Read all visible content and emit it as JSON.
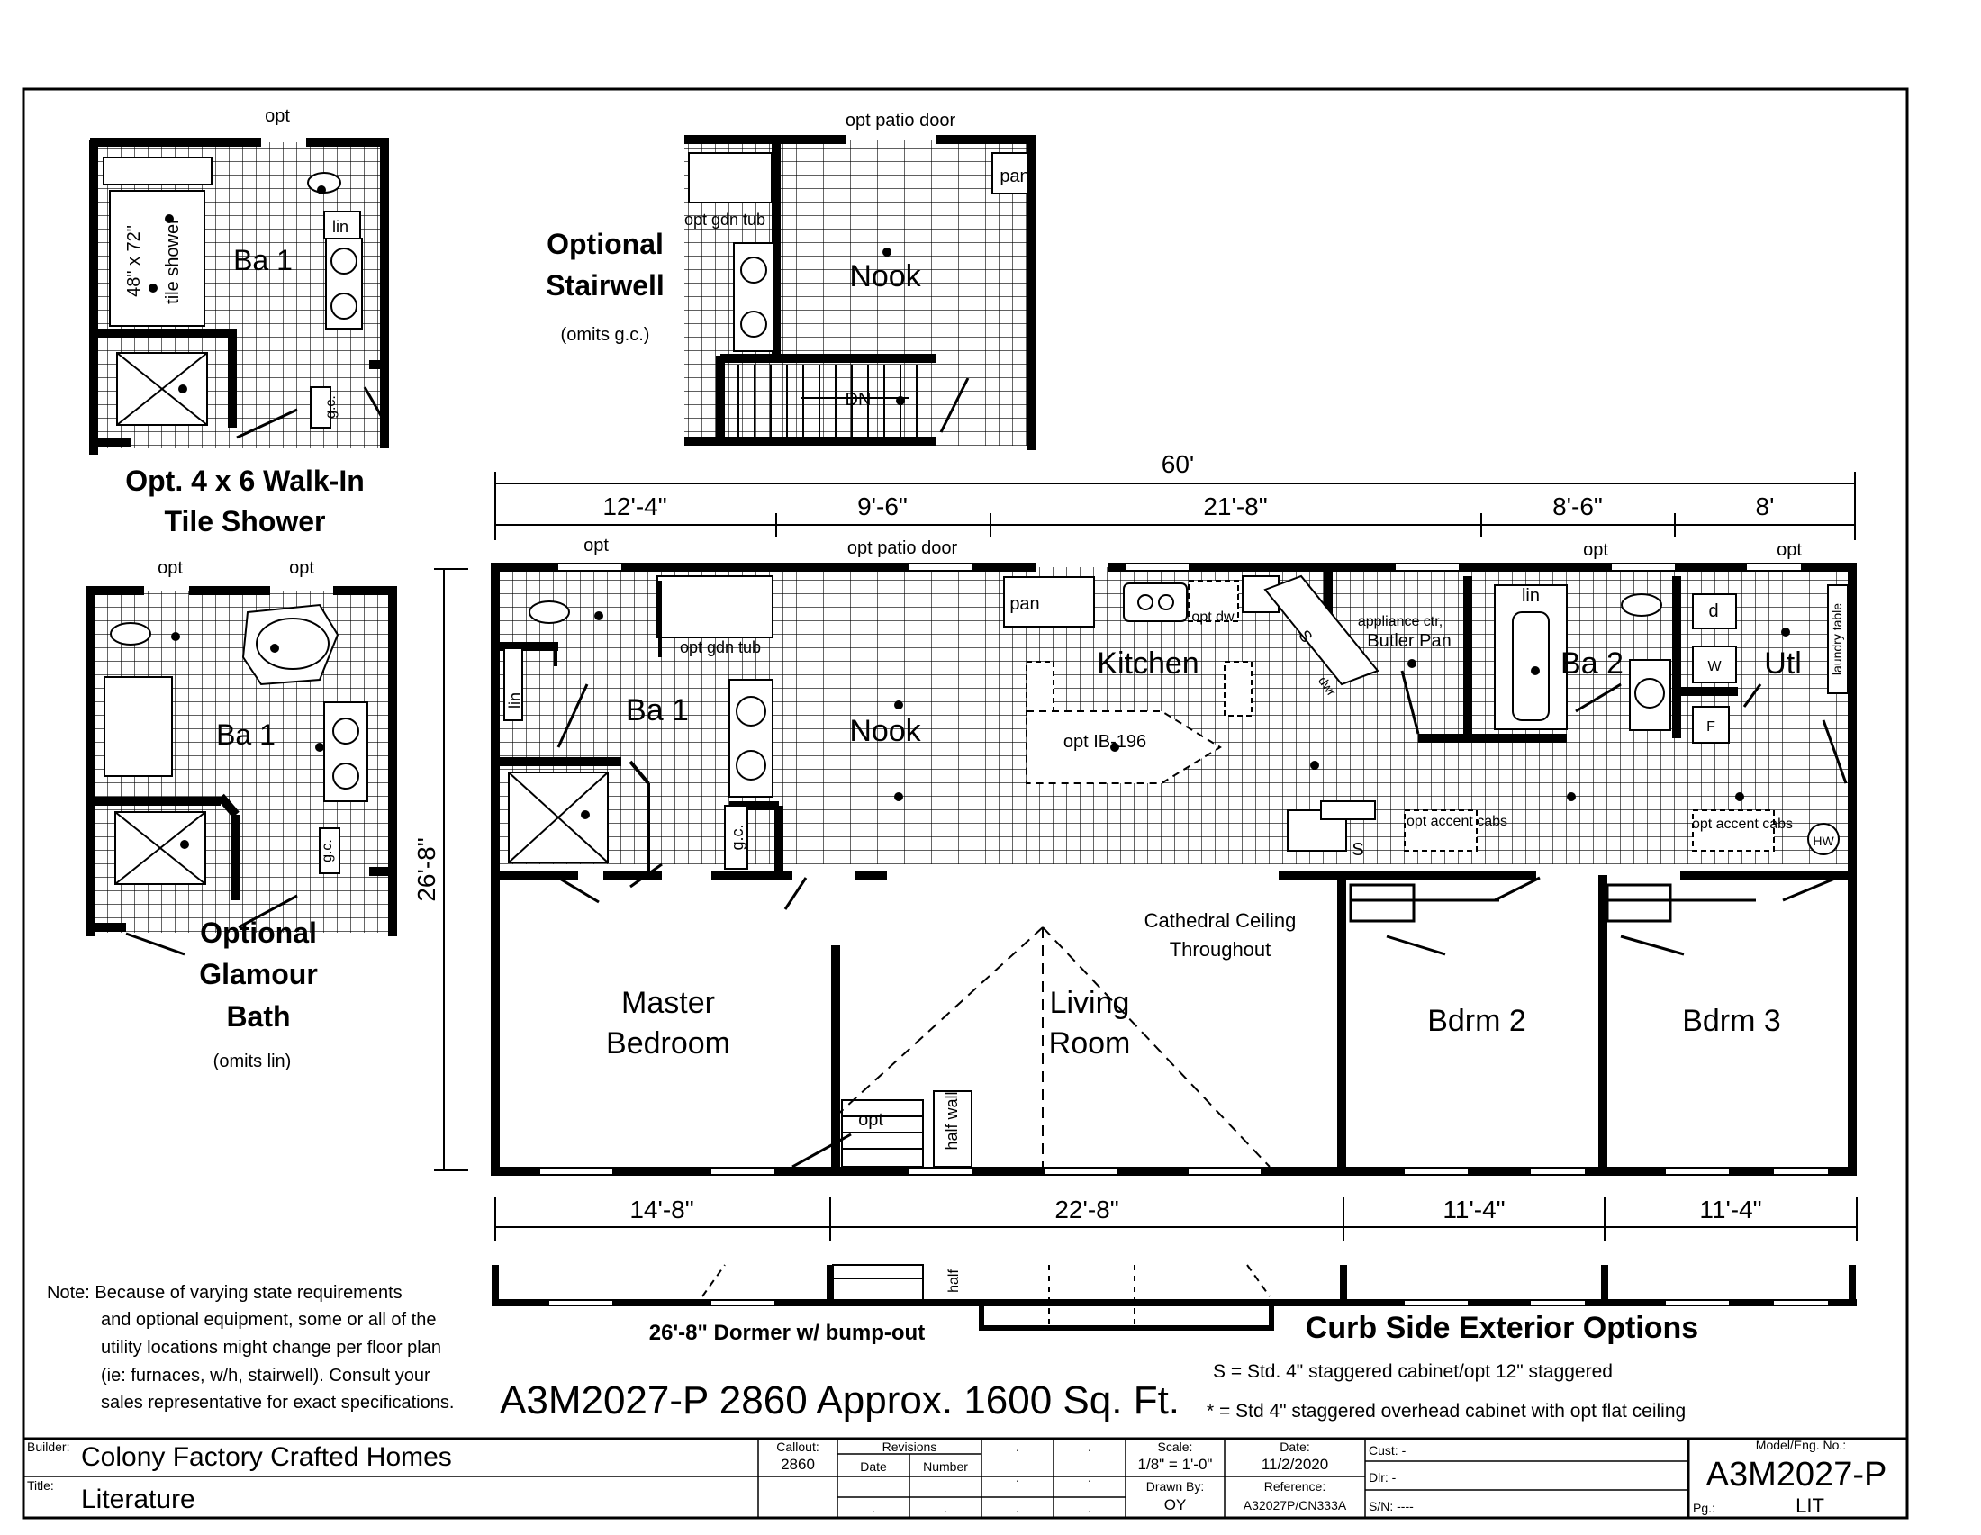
{
  "top_dims": {
    "overall": "60'",
    "segments": [
      "12'-4\"",
      "9'-6\"",
      "21'-8\"",
      "8'-6\"",
      "8'"
    ]
  },
  "bottom_dims": [
    "14'-8\"",
    "22'-8\"",
    "11'-4\"",
    "11'-4\""
  ],
  "side_dim": "26'-8\"",
  "rooms": {
    "ba1": "Ba 1",
    "nook": "Nook",
    "kitchen": "Kitchen",
    "ba2": "Ba 2",
    "utl": "Utl",
    "master_line1": "Master",
    "master_line2": "Bedroom",
    "living_line1": "Living",
    "living_line2": "Room",
    "bdrm2": "Bdrm 2",
    "bdrm3": "Bdrm 3",
    "cathedral_line1": "Cathedral Ceiling",
    "cathedral_line2": "Throughout"
  },
  "labels": {
    "opt": "opt",
    "opt_patio_door": "opt patio door",
    "pan": "pan",
    "opt_dw": "opt dw",
    "appliance_ctr": "appliance ctr,",
    "butler_pan": "Butler Pan",
    "lin": "lin",
    "opt_gdn_tub": "opt gdn tub",
    "opt_ib": "opt IB-196",
    "gc": "g.c.",
    "s": "S",
    "dwr": "dwr",
    "d": "d",
    "w": "W",
    "f": "F",
    "hw": "HW",
    "laundry_table": "laundry table",
    "opt_accent_cabs": "opt accent cabs",
    "half_wall": "half wall",
    "dn": "DN",
    "shower_size": "48\" x 72\"",
    "tile_shower": "tile shower",
    "half": "half"
  },
  "insets": {
    "walk_in_line1": "Opt. 4 x 6 Walk-In",
    "walk_in_line2": "Tile Shower",
    "stairwell_line1": "Optional",
    "stairwell_line2": "Stairwell",
    "stairwell_note": "(omits g.c.)",
    "glamour_line1": "Optional",
    "glamour_line2": "Glamour",
    "glamour_line3": "Bath",
    "glamour_note": "(omits lin)"
  },
  "dormer_label": "26'-8\" Dormer w/ bump-out",
  "curb_side": "Curb Side Exterior Options",
  "legend": {
    "s": "S = Std. 4\" staggered cabinet/opt 12\" staggered",
    "star": "* = Std 4\" staggered overhead cabinet with opt flat ceiling"
  },
  "note_lines": [
    "Note:  Because of varying state requirements",
    "and optional equipment, some or all of the",
    "utility locations might change per floor plan",
    "(ie: furnaces, w/h, stairwell).   Consult your",
    "sales representative for exact specifications."
  ],
  "model_title": "A3M2027-P 2860 Approx. 1600 Sq. Ft.",
  "title_block": {
    "builder_label": "Builder:",
    "builder": "Colony Factory Crafted Homes",
    "title_label": "Title:",
    "title": "Literature",
    "callout_label": "Callout:",
    "callout": "2860",
    "revisions_label": "Revisions",
    "date_col": "Date",
    "number_col": "Number",
    "scale_label": "Scale:",
    "scale": "1/8\" = 1'-0\"",
    "date_label": "Date:",
    "date": "11/2/2020",
    "drawn_label": "Drawn By:",
    "drawn": "OY",
    "reference_label": "Reference:",
    "reference": "A32027P/CN333A",
    "cust": "Cust:  -",
    "dlr": "Dlr:    -",
    "sn": "S/N:   ----",
    "model_label": "Model/Eng. No.:",
    "model": "A3M2027-P",
    "pg_label": "Pg.:",
    "pg": "LIT",
    "dot": "."
  }
}
